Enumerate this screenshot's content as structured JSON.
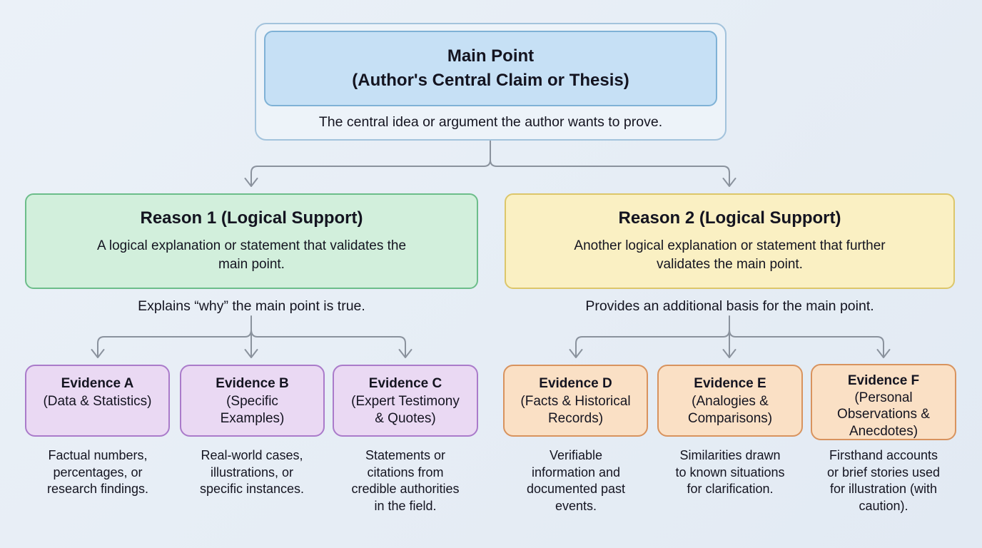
{
  "colors": {
    "background": "#e7edf5",
    "text": "#141420",
    "connector": "#8a929d",
    "main_container_fill": "#edf3f9",
    "main_container_border": "#a3c3dc",
    "main_box_fill": "#c6e0f5",
    "main_box_border": "#7fb2d6",
    "reason1_fill": "#d2efdc",
    "reason1_border": "#6cbd8a",
    "reason2_fill": "#faf0c3",
    "reason2_border": "#dcc66a",
    "evidence_left_fill": "#ead9f3",
    "evidence_left_border": "#aa7bca",
    "evidence_right_fill": "#fae0c5",
    "evidence_right_border": "#d8935e"
  },
  "main": {
    "title": "Main Point\n(Author's Central Claim or Thesis)",
    "caption": "The central idea or argument the author wants to prove."
  },
  "reasons": [
    {
      "title": "Reason 1 (Logical Support)",
      "body": "A logical explanation or statement that validates the\nmain point.",
      "caption": "Explains “why” the main point is true."
    },
    {
      "title": "Reason 2 (Logical Support)",
      "body": "Another logical explanation or statement that further\nvalidates the main point.",
      "caption": "Provides an additional basis for the main point."
    }
  ],
  "evidence": [
    {
      "label": "Evidence A",
      "subtitle": "(Data & Statistics)",
      "caption": "Factual numbers,\npercentages, or\nresearch findings."
    },
    {
      "label": "Evidence B",
      "subtitle": "(Specific\nExamples)",
      "caption": "Real-world cases,\nillustrations, or\nspecific instances."
    },
    {
      "label": "Evidence C",
      "subtitle": "(Expert Testimony\n& Quotes)",
      "caption": "Statements or\ncitations from\ncredible authorities\nin the field."
    },
    {
      "label": "Evidence D",
      "subtitle": "(Facts & Historical\nRecords)",
      "caption": "Verifiable\ninformation and\ndocumented past\nevents."
    },
    {
      "label": "Evidence E",
      "subtitle": "(Analogies &\nComparisons)",
      "caption": "Similarities drawn\nto known situations\nfor clarification."
    },
    {
      "label": "Evidence F",
      "subtitle": "(Personal\nObservations &\nAnecdotes)",
      "caption": "Firsthand accounts\nor brief stories used\nfor illustration (with\ncaution)."
    }
  ]
}
